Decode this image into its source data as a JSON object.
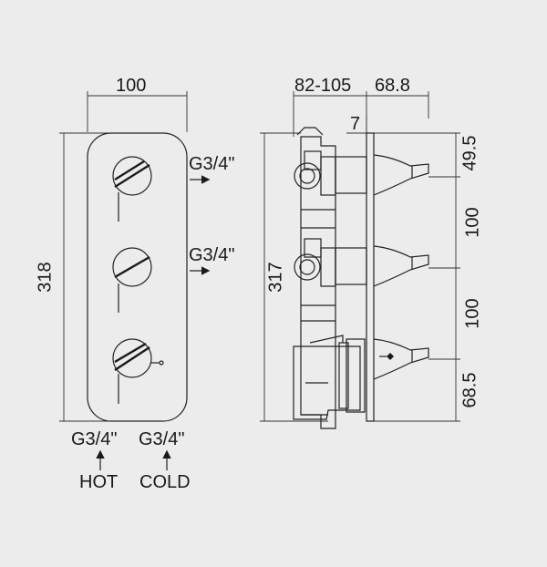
{
  "front_view": {
    "width_label": "100",
    "height_label": "318",
    "outlet_top": "G3/4\"",
    "outlet_mid": "G3/4\"",
    "inlet_left": "G3/4\"",
    "inlet_right": "G3/4\"",
    "hot_label": "HOT",
    "cold_label": "COLD"
  },
  "side_view": {
    "depth_label": "82-105",
    "handle_label": "68.8",
    "plate_label": "7",
    "height_label": "317",
    "spacing_top": "49.5",
    "spacing_1": "100",
    "spacing_2": "100",
    "spacing_bottom": "68.5"
  }
}
